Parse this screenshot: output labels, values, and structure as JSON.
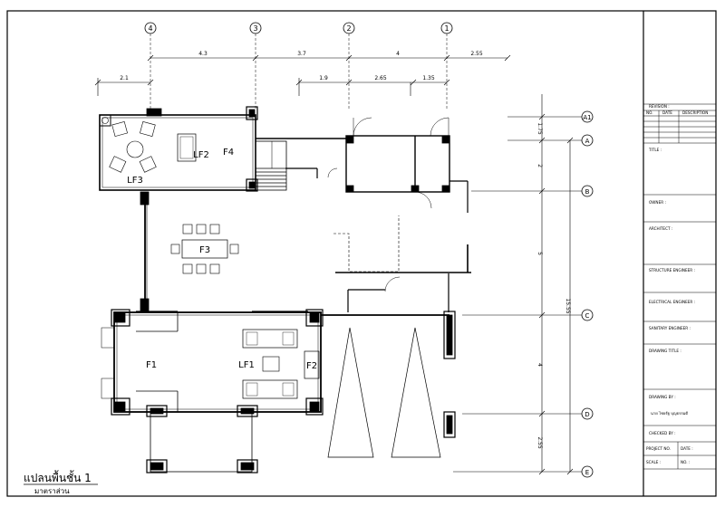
{
  "plan": {
    "title": "แปลนพื้นชั้น 1",
    "scale": "มาตราส่วน",
    "grid_cols": [
      "4",
      "3",
      "2",
      "1"
    ],
    "grid_rows": [
      "A1",
      "A",
      "B",
      "C",
      "D",
      "E"
    ],
    "dims_top": [
      "4.3",
      "3.7",
      "4",
      "2.55"
    ],
    "dims_second": [
      "2.1",
      "1.9",
      "2.65",
      "1.35"
    ],
    "dims_right": [
      "1.75",
      "2",
      "5",
      "4",
      "2.55"
    ],
    "dim_total": "15.55",
    "rooms": {
      "lf2": "LF2",
      "f4": "F4",
      "lf3": "LF3",
      "f3": "F3",
      "f1": "F1",
      "lf1": "LF1",
      "f2": "F2"
    }
  },
  "title_block": {
    "revision": "REVISION :",
    "rev_no": "NO.",
    "rev_date": "DATE",
    "rev_desc": "DESCRIPTION",
    "title": "TITLE :",
    "owner": "OWNER :",
    "architect": "ARCHITECT :",
    "structure": "STRUCTURE ENGINEER :",
    "electrical": "ELECTRICAL ENGINEER :",
    "sanitary": "SANITARY ENGINEER :",
    "drawing_title": "DRAWING TITLE :",
    "drawing_by": "DRAWING BY :",
    "drawer_name": "นาย ไชยรัฐ บุญธรรมดี",
    "checked_by": "CHECKED BY :",
    "project_no": "PROJECT NO.",
    "date": "DATE :",
    "scale": "SCALE :",
    "sheet_no": "NO. :"
  }
}
